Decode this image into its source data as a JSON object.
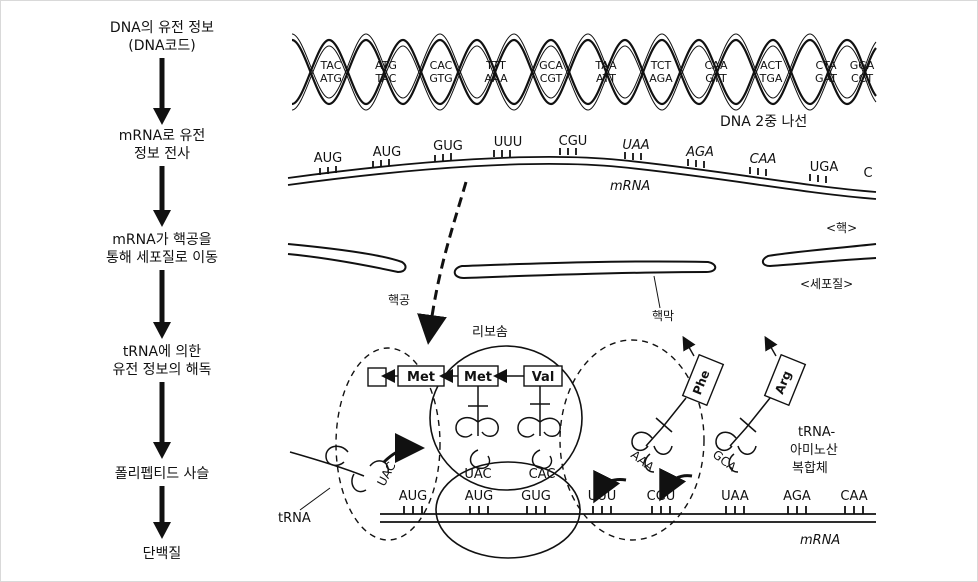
{
  "steps": [
    "DNA의 유전 정보",
    "(DNA코드)",
    "mRNA로 유전",
    "정보 전사",
    "mRNA가 핵공을",
    "통해 세포질로 이동",
    "tRNA에 의한",
    "유전 정보의 해독",
    "폴리펩티드 사슬",
    "단백질"
  ],
  "dna": {
    "top": [
      "TAC",
      "ATG",
      "CAC",
      "TTT",
      "GCA",
      "TAA",
      "TCT",
      "CAA",
      "ACT",
      "CTA",
      "GGA"
    ],
    "bottom": [
      "ATG",
      "TAC",
      "GTG",
      "AAA",
      "CGT",
      "ATT",
      "AGA",
      "GTT",
      "TGA",
      "GAT",
      "CCT"
    ],
    "label": "DNA 2중 나선"
  },
  "mrna_upper": {
    "codons": [
      "AUG",
      "AUG",
      "GUG",
      "UUU",
      "CGU",
      "UAA",
      "AGA",
      "CAA",
      "UGA",
      "C"
    ],
    "label": "mRNA"
  },
  "regions": {
    "nucleus": "<핵>",
    "cytoplasm": "<세포질>",
    "nuclear_pore": "핵공",
    "nuclear_membrane": "핵막",
    "ribosome": "리보솜"
  },
  "amino_acids": [
    "Met",
    "Met",
    "Val",
    "Phe",
    "Arg"
  ],
  "anticodons": [
    "UAC",
    "UAC",
    "CAC",
    "AAA",
    "GCA"
  ],
  "trna_complex": [
    "tRNA-",
    "아미노산",
    "복합체"
  ],
  "mrna_lower": {
    "codons": [
      "AUG",
      "AUG",
      "GUG",
      "UUU",
      "CGU",
      "UAA",
      "AGA",
      "CAA"
    ],
    "label": "mRNA"
  },
  "trna_label": "tRNA"
}
